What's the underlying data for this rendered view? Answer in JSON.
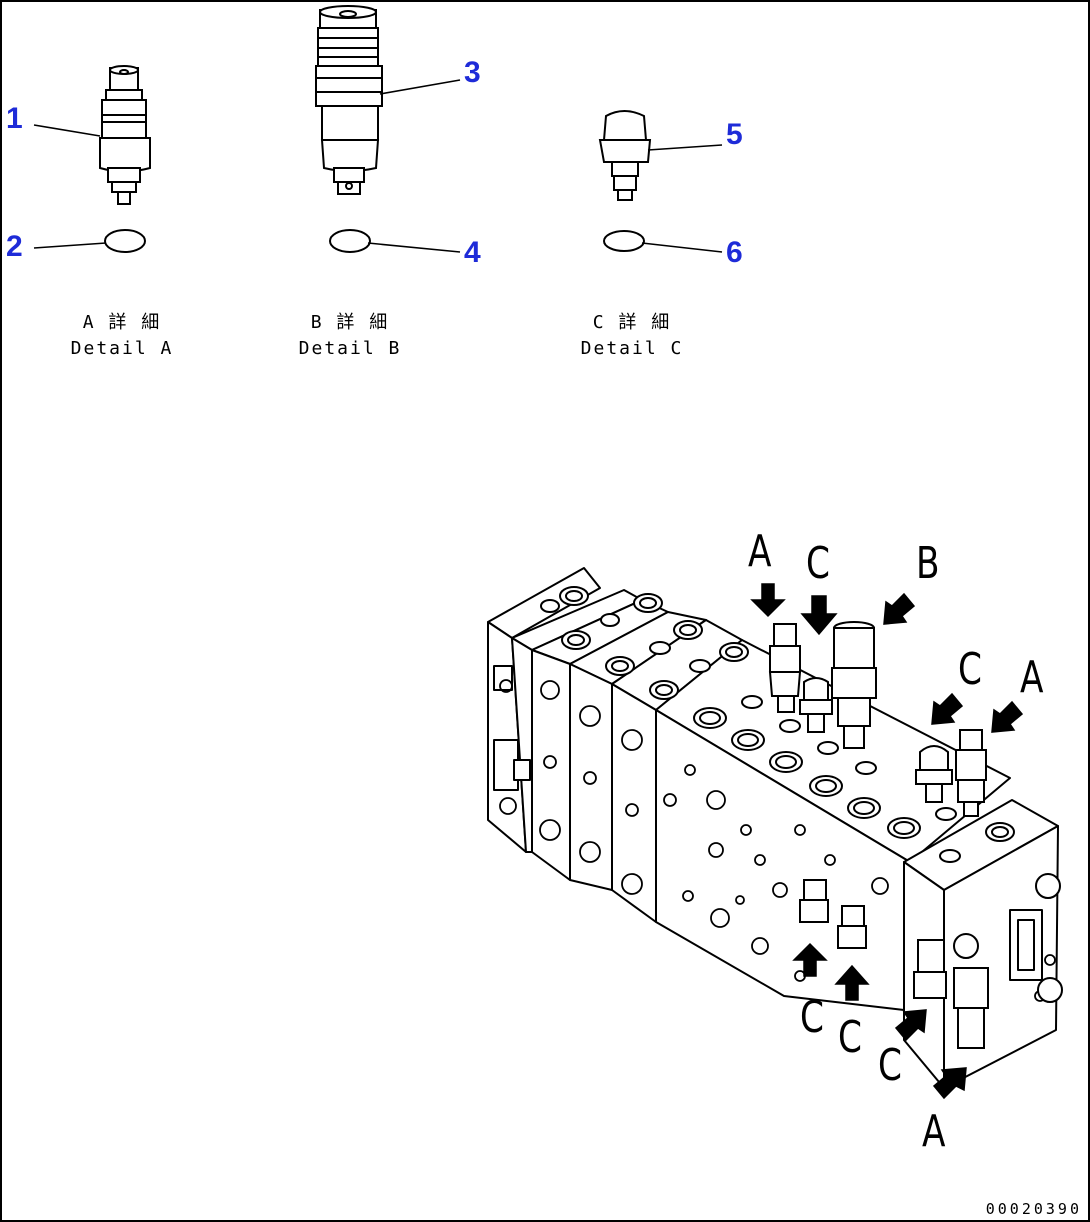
{
  "callouts": {
    "c1": "1",
    "c2": "2",
    "c3": "3",
    "c4": "4",
    "c5": "5",
    "c6": "6"
  },
  "details": {
    "a": {
      "jp": "A 詳 細",
      "en": "Detail A"
    },
    "b": {
      "jp": "B 詳 細",
      "en": "Detail B"
    },
    "c": {
      "jp": "C 詳 細",
      "en": "Detail C"
    }
  },
  "view_letters": {
    "top_a": "A",
    "top_c": "C",
    "top_b": "B",
    "right_c": "C",
    "right_a": "A",
    "bottom_c1": "C",
    "bottom_c2": "C",
    "bottom_c3": "C",
    "bottom_a": "A"
  },
  "drawing_code": "00020390",
  "colors": {
    "callout": "#1e2bd8",
    "line": "#000000"
  }
}
